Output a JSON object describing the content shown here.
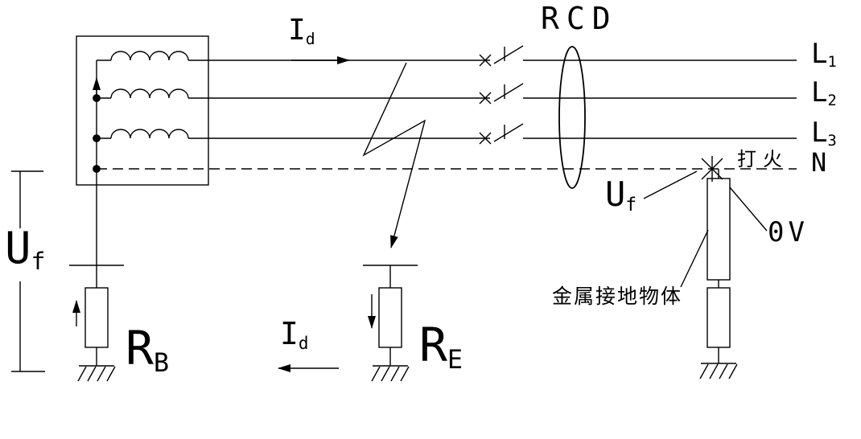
{
  "diagram": {
    "background": "#ffffff",
    "line_color": "#000000",
    "text_color": "#000000"
  },
  "labels": {
    "fault_current_top": {
      "main": "I",
      "sub": "d"
    },
    "rcd": "RCD",
    "phase_l1": {
      "main": "L",
      "sub": "1"
    },
    "phase_l2": {
      "main": "L",
      "sub": "2"
    },
    "phase_l3": {
      "main": "L",
      "sub": "3"
    },
    "neutral": "N",
    "sparking": "打火",
    "touch_voltage_right": {
      "main": "U",
      "sub": "f"
    },
    "zero_volt": "0V",
    "metal_grounded_object": "金属接地物体",
    "touch_voltage_left": {
      "main": "U",
      "sub": "f"
    },
    "grounding_resistance_rb": {
      "main": "R",
      "sub": "B"
    },
    "grounding_resistance_re": {
      "main": "R",
      "sub": "E"
    },
    "fault_current_bottom": {
      "main": "I",
      "sub": "d"
    }
  },
  "symbols": {
    "transformer_winding": "transformer-winding-icon",
    "breaker_contact": "breaker-contact-icon",
    "rcd_toroid": "rcd-toroid-icon",
    "fault_bolt": "fault-lightning-icon",
    "spark": "spark-icon",
    "earth_ground": "earth-ground-icon",
    "current_arrow": "current-arrow-icon"
  }
}
